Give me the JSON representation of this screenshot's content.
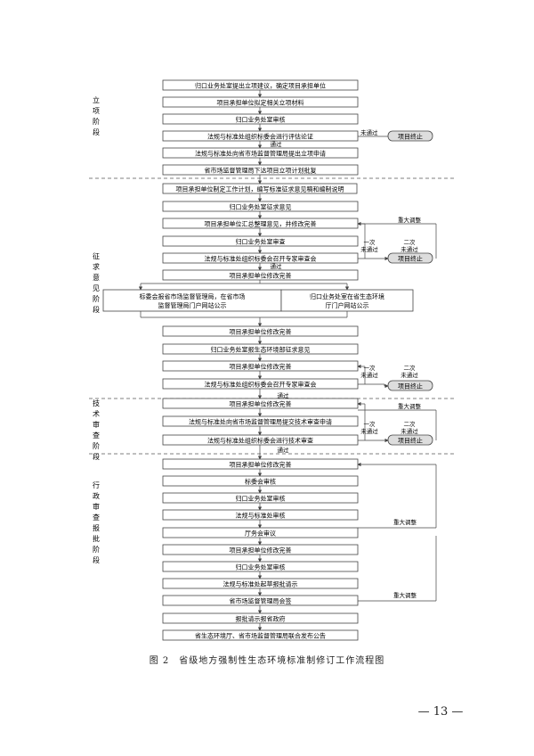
{
  "phases": [
    "立项阶段",
    "征求意见阶段",
    "技术审查阶段",
    "行政审查报批阶段"
  ],
  "steps": [
    "归口业务处室提出立项建议，确定项目承担单位",
    "项目承担单位拟定相关立项材料",
    "归口业务处室审核",
    "法规与标准处组织标委会进行评估论证",
    "法规与标准处向省市场监督管理局提出立项申请",
    "省市场监督管理局下达项目立项计划批复",
    "项目承担单位制定工作计划，编写标准征求意见稿和编制说明",
    "归口业务处室征求意见",
    "项目承担单位汇总整理意见，并修改完善",
    "归口业务处室审查",
    "法规与标准处组织标委会召开专家审查会",
    "项目承担单位修改完善",
    "标委会报省市场监督管理局，在省市场监督管理局门户网站公示",
    "归口业务处室在省生态环境厅门户网站公示",
    "项目承担单位修改完善",
    "归口业务处室报生态环境部征求意见",
    "项目承担单位修改完善",
    "法规与标准处组织标委会召开专家审查会",
    "项目承担单位修改完善",
    "法规与标准处向省市场监督管理局提交技术审查申请",
    "法规与标准处组织标委会进行技术审查",
    "项目承担单位修改完善",
    "标委会审核",
    "归口业务处室审核",
    "法规与标准处审核",
    "厅务会审议",
    "项目承担单位修改完善",
    "归口业务处室审核",
    "法规与标准处起草报批请示",
    "省市场监督管理局会签",
    "报批请示报省政府",
    "省生态环境厅、省市场监督管理局联合发布公告"
  ],
  "labels": {
    "pass": "通过",
    "fail": "未通过",
    "fail_once": "一次未通过",
    "fail_twice": "二次未通过",
    "major": "重大调整",
    "terminate": "项目终止"
  },
  "caption": "图 2　省级地方强制性生态环境标准制修订工作流程图",
  "page_number": "— 13 —"
}
